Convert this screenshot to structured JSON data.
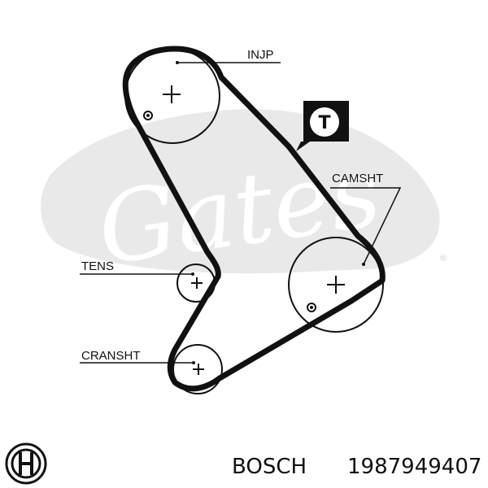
{
  "labels": {
    "injection_pump": "INJP",
    "camshaft": "CAMSHT",
    "tensioner": "TENS",
    "crankshaft": "CRANSHT"
  },
  "badge": {
    "letter": "T"
  },
  "watermark": {
    "text": "Gates",
    "registered": "®"
  },
  "footer": {
    "brand": "BOSCH",
    "part_number": "1987949407"
  },
  "colors": {
    "line": "#111111",
    "watermark": "#e6e6e6",
    "badge_bg": "#111111",
    "badge_fg": "#ffffff"
  }
}
